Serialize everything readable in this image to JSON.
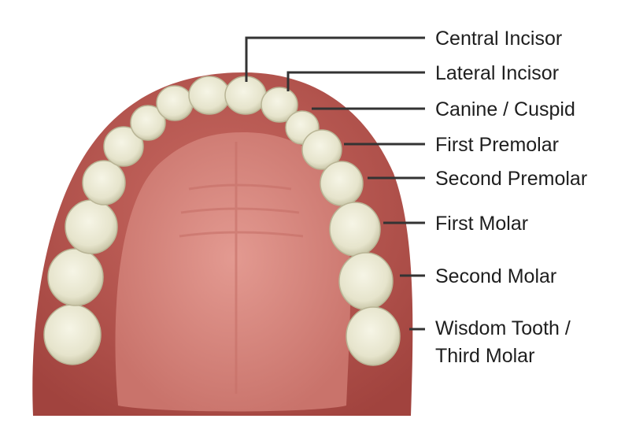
{
  "labels": {
    "central_incisor": "Central Incisor",
    "lateral_incisor": "Lateral Incisor",
    "canine": "Canine / Cuspid",
    "first_premolar": "First Premolar",
    "second_premolar": "Second Premolar",
    "first_molar": "First Molar",
    "second_molar": "Second Molar",
    "wisdom_line1": "Wisdom Tooth /",
    "wisdom_line2": "Third Molar"
  },
  "colors": {
    "gum": "#b8554f",
    "palate": "#d98a82",
    "tooth": "#ecebd6",
    "line": "#333333"
  }
}
